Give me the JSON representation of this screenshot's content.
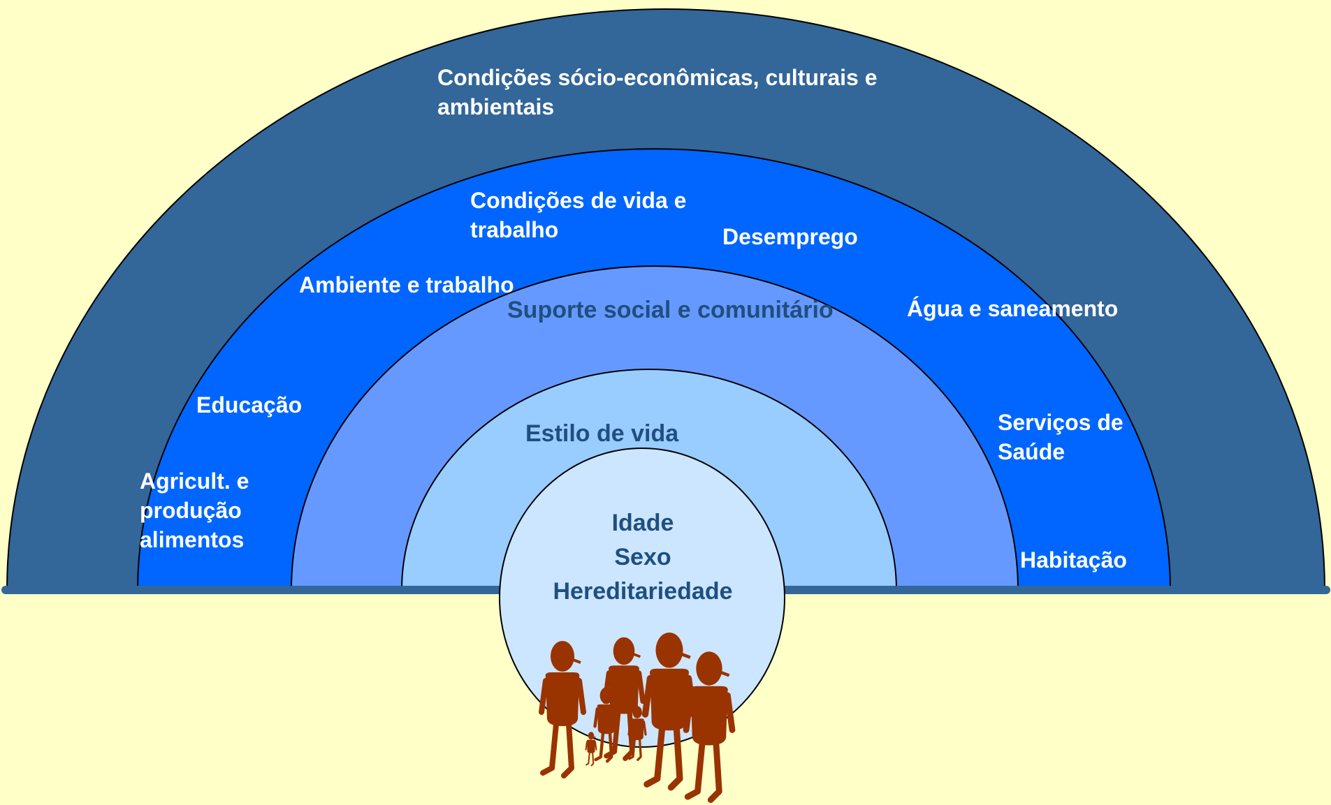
{
  "colors": {
    "background": "#ffffc8",
    "outer_band": "#336699",
    "middle_band": "#0066ff",
    "social_band": "#6699ff",
    "lifestyle_band": "#99ccff",
    "core": "#cce6ff",
    "people": "#993300",
    "label_light": "#ffffff",
    "label_dark": "#1f4f80"
  },
  "layers": {
    "outer": {
      "label": "Condições sócio-econômicas, culturais e\nambientais"
    },
    "living": {
      "label": "Condições de vida e\ntrabalho",
      "items": [
        "Desemprego",
        "Ambiente e trabalho",
        "Água e saneamento",
        "Educação",
        "Agricult. e\nprodução\nalimentos",
        "Serviços de\nSaúde",
        "Habitação"
      ]
    },
    "social": {
      "label": "Suporte social e comunitário"
    },
    "lifestyle": {
      "label": "Estilo de vida"
    },
    "core": {
      "label": "Idade\nSexo\nHereditariedade"
    }
  },
  "people_icon": "walking-people-icon"
}
